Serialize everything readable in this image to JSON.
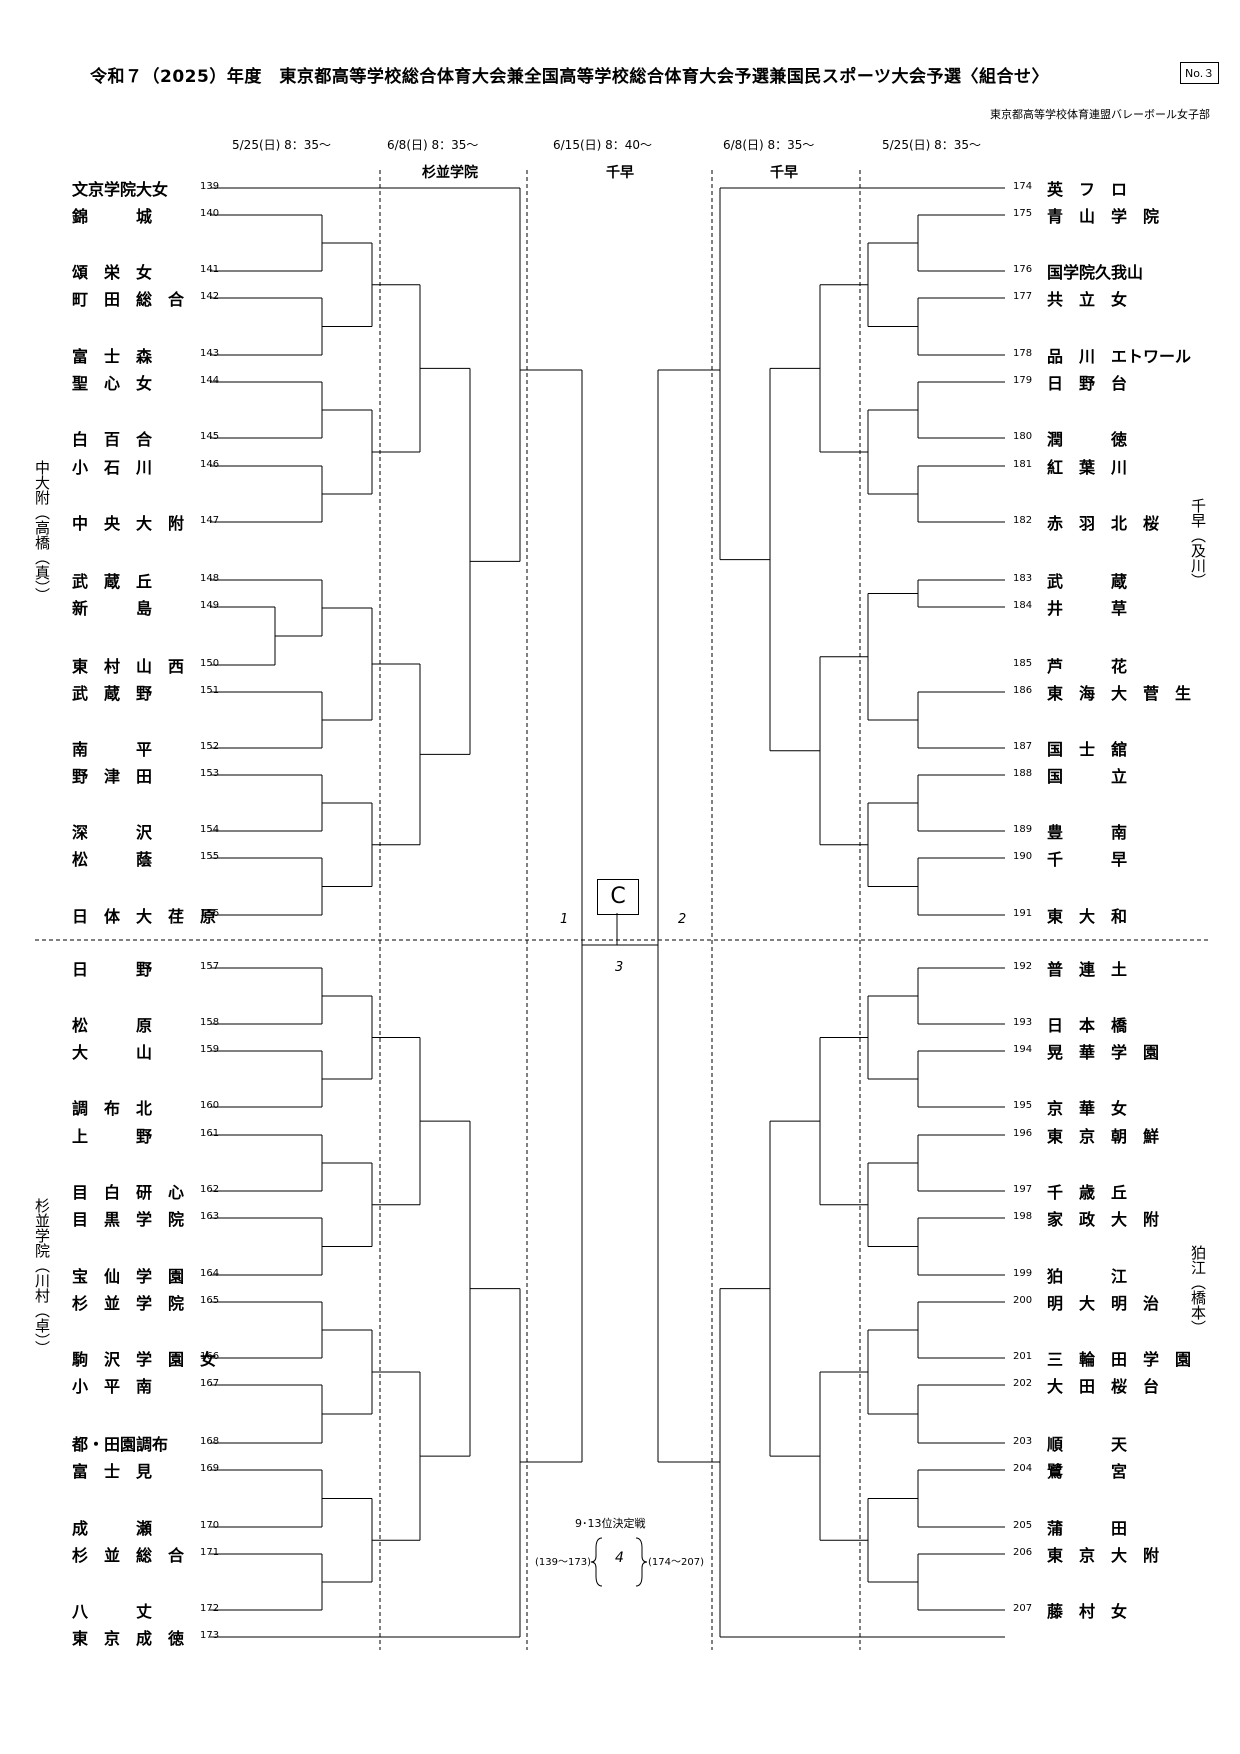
{
  "title": "令和７（2025）年度　東京都高等学校総合体育大会兼全国高等学校総合体育大会予選兼国民スポーツ大会予選〈組合せ〉",
  "page_no": "No.３",
  "organizer": "東京都高等学校体育連盟バレーボール女子部",
  "dates": [
    "5/25(日) 8：35～",
    "6/8(日) 8：35～",
    "6/15(日) 8：40～",
    "6/8(日) 8：35～",
    "5/25(日) 8：35～"
  ],
  "venues": [
    "杉並学院",
    "千早",
    "千早"
  ],
  "left_teams": [
    {
      "no": "139",
      "name": "文京学院大女"
    },
    {
      "no": "140",
      "name": "錦　　　城"
    },
    {
      "no": "141",
      "name": "頌　栄　女"
    },
    {
      "no": "142",
      "name": "町　田　総　合"
    },
    {
      "no": "143",
      "name": "富　士　森"
    },
    {
      "no": "144",
      "name": "聖　心　女"
    },
    {
      "no": "145",
      "name": "白　百　合"
    },
    {
      "no": "146",
      "name": "小　石　川"
    },
    {
      "no": "147",
      "name": "中　央　大　附"
    },
    {
      "no": "148",
      "name": "武　蔵　丘"
    },
    {
      "no": "149",
      "name": "新　　　島"
    },
    {
      "no": "150",
      "name": "東　村　山　西"
    },
    {
      "no": "151",
      "name": "武　蔵　野"
    },
    {
      "no": "152",
      "name": "南　　　平"
    },
    {
      "no": "153",
      "name": "野　津　田"
    },
    {
      "no": "154",
      "name": "深　　　沢"
    },
    {
      "no": "155",
      "name": "松　　　蔭"
    },
    {
      "no": "156",
      "name": "日　体　大　荏　原"
    },
    {
      "no": "157",
      "name": "日　　　野"
    },
    {
      "no": "158",
      "name": "松　　　原"
    },
    {
      "no": "159",
      "name": "大　　　山"
    },
    {
      "no": "160",
      "name": "調　布　北"
    },
    {
      "no": "161",
      "name": "上　　　野"
    },
    {
      "no": "162",
      "name": "目　白　研　心"
    },
    {
      "no": "163",
      "name": "目　黒　学　院"
    },
    {
      "no": "164",
      "name": "宝　仙　学　園"
    },
    {
      "no": "165",
      "name": "杉　並　学　院"
    },
    {
      "no": "166",
      "name": "駒　沢　学　園　女"
    },
    {
      "no": "167",
      "name": "小　平　南"
    },
    {
      "no": "168",
      "name": "都・田園調布"
    },
    {
      "no": "169",
      "name": "富　士　見"
    },
    {
      "no": "170",
      "name": "成　　　瀬"
    },
    {
      "no": "171",
      "name": "杉　並　総　合"
    },
    {
      "no": "172",
      "name": "八　　　丈"
    },
    {
      "no": "173",
      "name": "東　京　成　徳"
    }
  ],
  "right_teams": [
    {
      "no": "174",
      "name": "英　フ　ロ"
    },
    {
      "no": "175",
      "name": "青　山　学　院"
    },
    {
      "no": "176",
      "name": "国学院久我山"
    },
    {
      "no": "177",
      "name": "共　立　女"
    },
    {
      "no": "178",
      "name": "品　川　エトワール"
    },
    {
      "no": "179",
      "name": "日　野　台"
    },
    {
      "no": "180",
      "name": "潤　　　徳"
    },
    {
      "no": "181",
      "name": "紅　葉　川"
    },
    {
      "no": "182",
      "name": "赤　羽　北　桜"
    },
    {
      "no": "183",
      "name": "武　　　蔵"
    },
    {
      "no": "184",
      "name": "井　　　草"
    },
    {
      "no": "185",
      "name": "芦　　　花"
    },
    {
      "no": "186",
      "name": "東　海　大　菅　生"
    },
    {
      "no": "187",
      "name": "国　士　舘"
    },
    {
      "no": "188",
      "name": "国　　　立"
    },
    {
      "no": "189",
      "name": "豊　　　南"
    },
    {
      "no": "190",
      "name": "千　　　早"
    },
    {
      "no": "191",
      "name": "東　大　和"
    },
    {
      "no": "192",
      "name": "普　連　土"
    },
    {
      "no": "193",
      "name": "日　本　橋"
    },
    {
      "no": "194",
      "name": "晃　華　学　園"
    },
    {
      "no": "195",
      "name": "京　華　女"
    },
    {
      "no": "196",
      "name": "東　京　朝　鮮"
    },
    {
      "no": "197",
      "name": "千　歳　丘"
    },
    {
      "no": "198",
      "name": "家　政　大　附"
    },
    {
      "no": "199",
      "name": "狛　　　江"
    },
    {
      "no": "200",
      "name": "明　大　明　治"
    },
    {
      "no": "201",
      "name": "三　輪　田　学　園"
    },
    {
      "no": "202",
      "name": "大　田　桜　台"
    },
    {
      "no": "203",
      "name": "順　　　天"
    },
    {
      "no": "204",
      "name": "鷺　　　宮"
    },
    {
      "no": "205",
      "name": "蒲　　　田"
    },
    {
      "no": "206",
      "name": "東　京　大　附"
    },
    {
      "no": "207",
      "name": "藤　村　女"
    }
  ],
  "side_labels": {
    "left_top": "中大附（高橋（真））",
    "left_bottom": "杉並学院（川村（卓））",
    "right_top": "千早（及川）",
    "right_bottom": "狛江（橋本）"
  },
  "final": {
    "court": "C",
    "match_no": "3",
    "left_no": "1",
    "right_no": "2"
  },
  "placement": {
    "title": "9･13位決定戦",
    "left_range": "(139～173)",
    "right_range": "(174～207)",
    "match_no": "4"
  }
}
